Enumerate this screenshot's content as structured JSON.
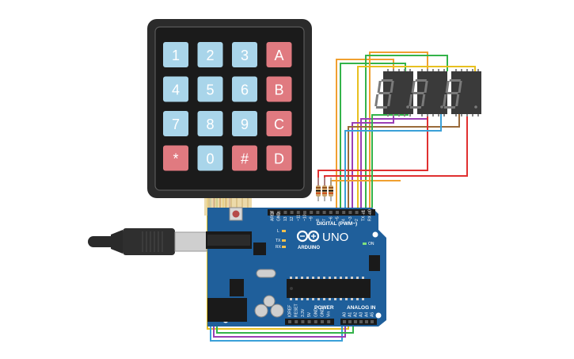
{
  "keypad": {
    "keys": [
      {
        "label": "1",
        "kind": "num"
      },
      {
        "label": "2",
        "kind": "num"
      },
      {
        "label": "3",
        "kind": "num"
      },
      {
        "label": "A",
        "kind": "fn"
      },
      {
        "label": "4",
        "kind": "num"
      },
      {
        "label": "5",
        "kind": "num"
      },
      {
        "label": "6",
        "kind": "num"
      },
      {
        "label": "B",
        "kind": "fn"
      },
      {
        "label": "7",
        "kind": "num"
      },
      {
        "label": "8",
        "kind": "num"
      },
      {
        "label": "9",
        "kind": "num"
      },
      {
        "label": "C",
        "kind": "fn"
      },
      {
        "label": "*",
        "kind": "fn"
      },
      {
        "label": "0",
        "kind": "num"
      },
      {
        "label": "#",
        "kind": "fn"
      },
      {
        "label": "D",
        "kind": "fn"
      }
    ]
  },
  "board": {
    "logo_text": "UNO",
    "brand_text": "ARDUINO",
    "digital_label": "DIGITAL (PWM~)",
    "power_label": "POWER",
    "analog_label": "ANALOG IN",
    "on_label": "ON",
    "l_label": "L",
    "tx_label": "TX",
    "rx_label": "RX",
    "digital_pins": [
      "AREF",
      "GND",
      "13",
      "12",
      "~11",
      "~10",
      "~9",
      "8",
      "7",
      "~6",
      "~5",
      "4",
      "~3",
      "2",
      "TX→1",
      "RX←0"
    ],
    "power_pins": [
      "IOREF",
      "RESET",
      "3.3V",
      "5V",
      "GND",
      "GND",
      "Vin"
    ],
    "analog_pins": [
      "A0",
      "A1",
      "A2",
      "A3",
      "A4",
      "A5"
    ]
  },
  "displays": {
    "count": 3
  },
  "colors": {
    "keypad_body": "#2b2b2b",
    "key_blue": "#a9d5ea",
    "key_red": "#e07a80",
    "board": "#1f5f9b",
    "display_body": "#3a3a3a",
    "resistor": "#c9a36a",
    "wire_orange": "#f0a030",
    "wire_green": "#34b34a",
    "wire_purple": "#9b3fb5",
    "wire_red": "#e03030",
    "wire_yellow": "#e8c020",
    "wire_blue": "#3aa0d8",
    "wire_brown": "#9a6a3a"
  }
}
